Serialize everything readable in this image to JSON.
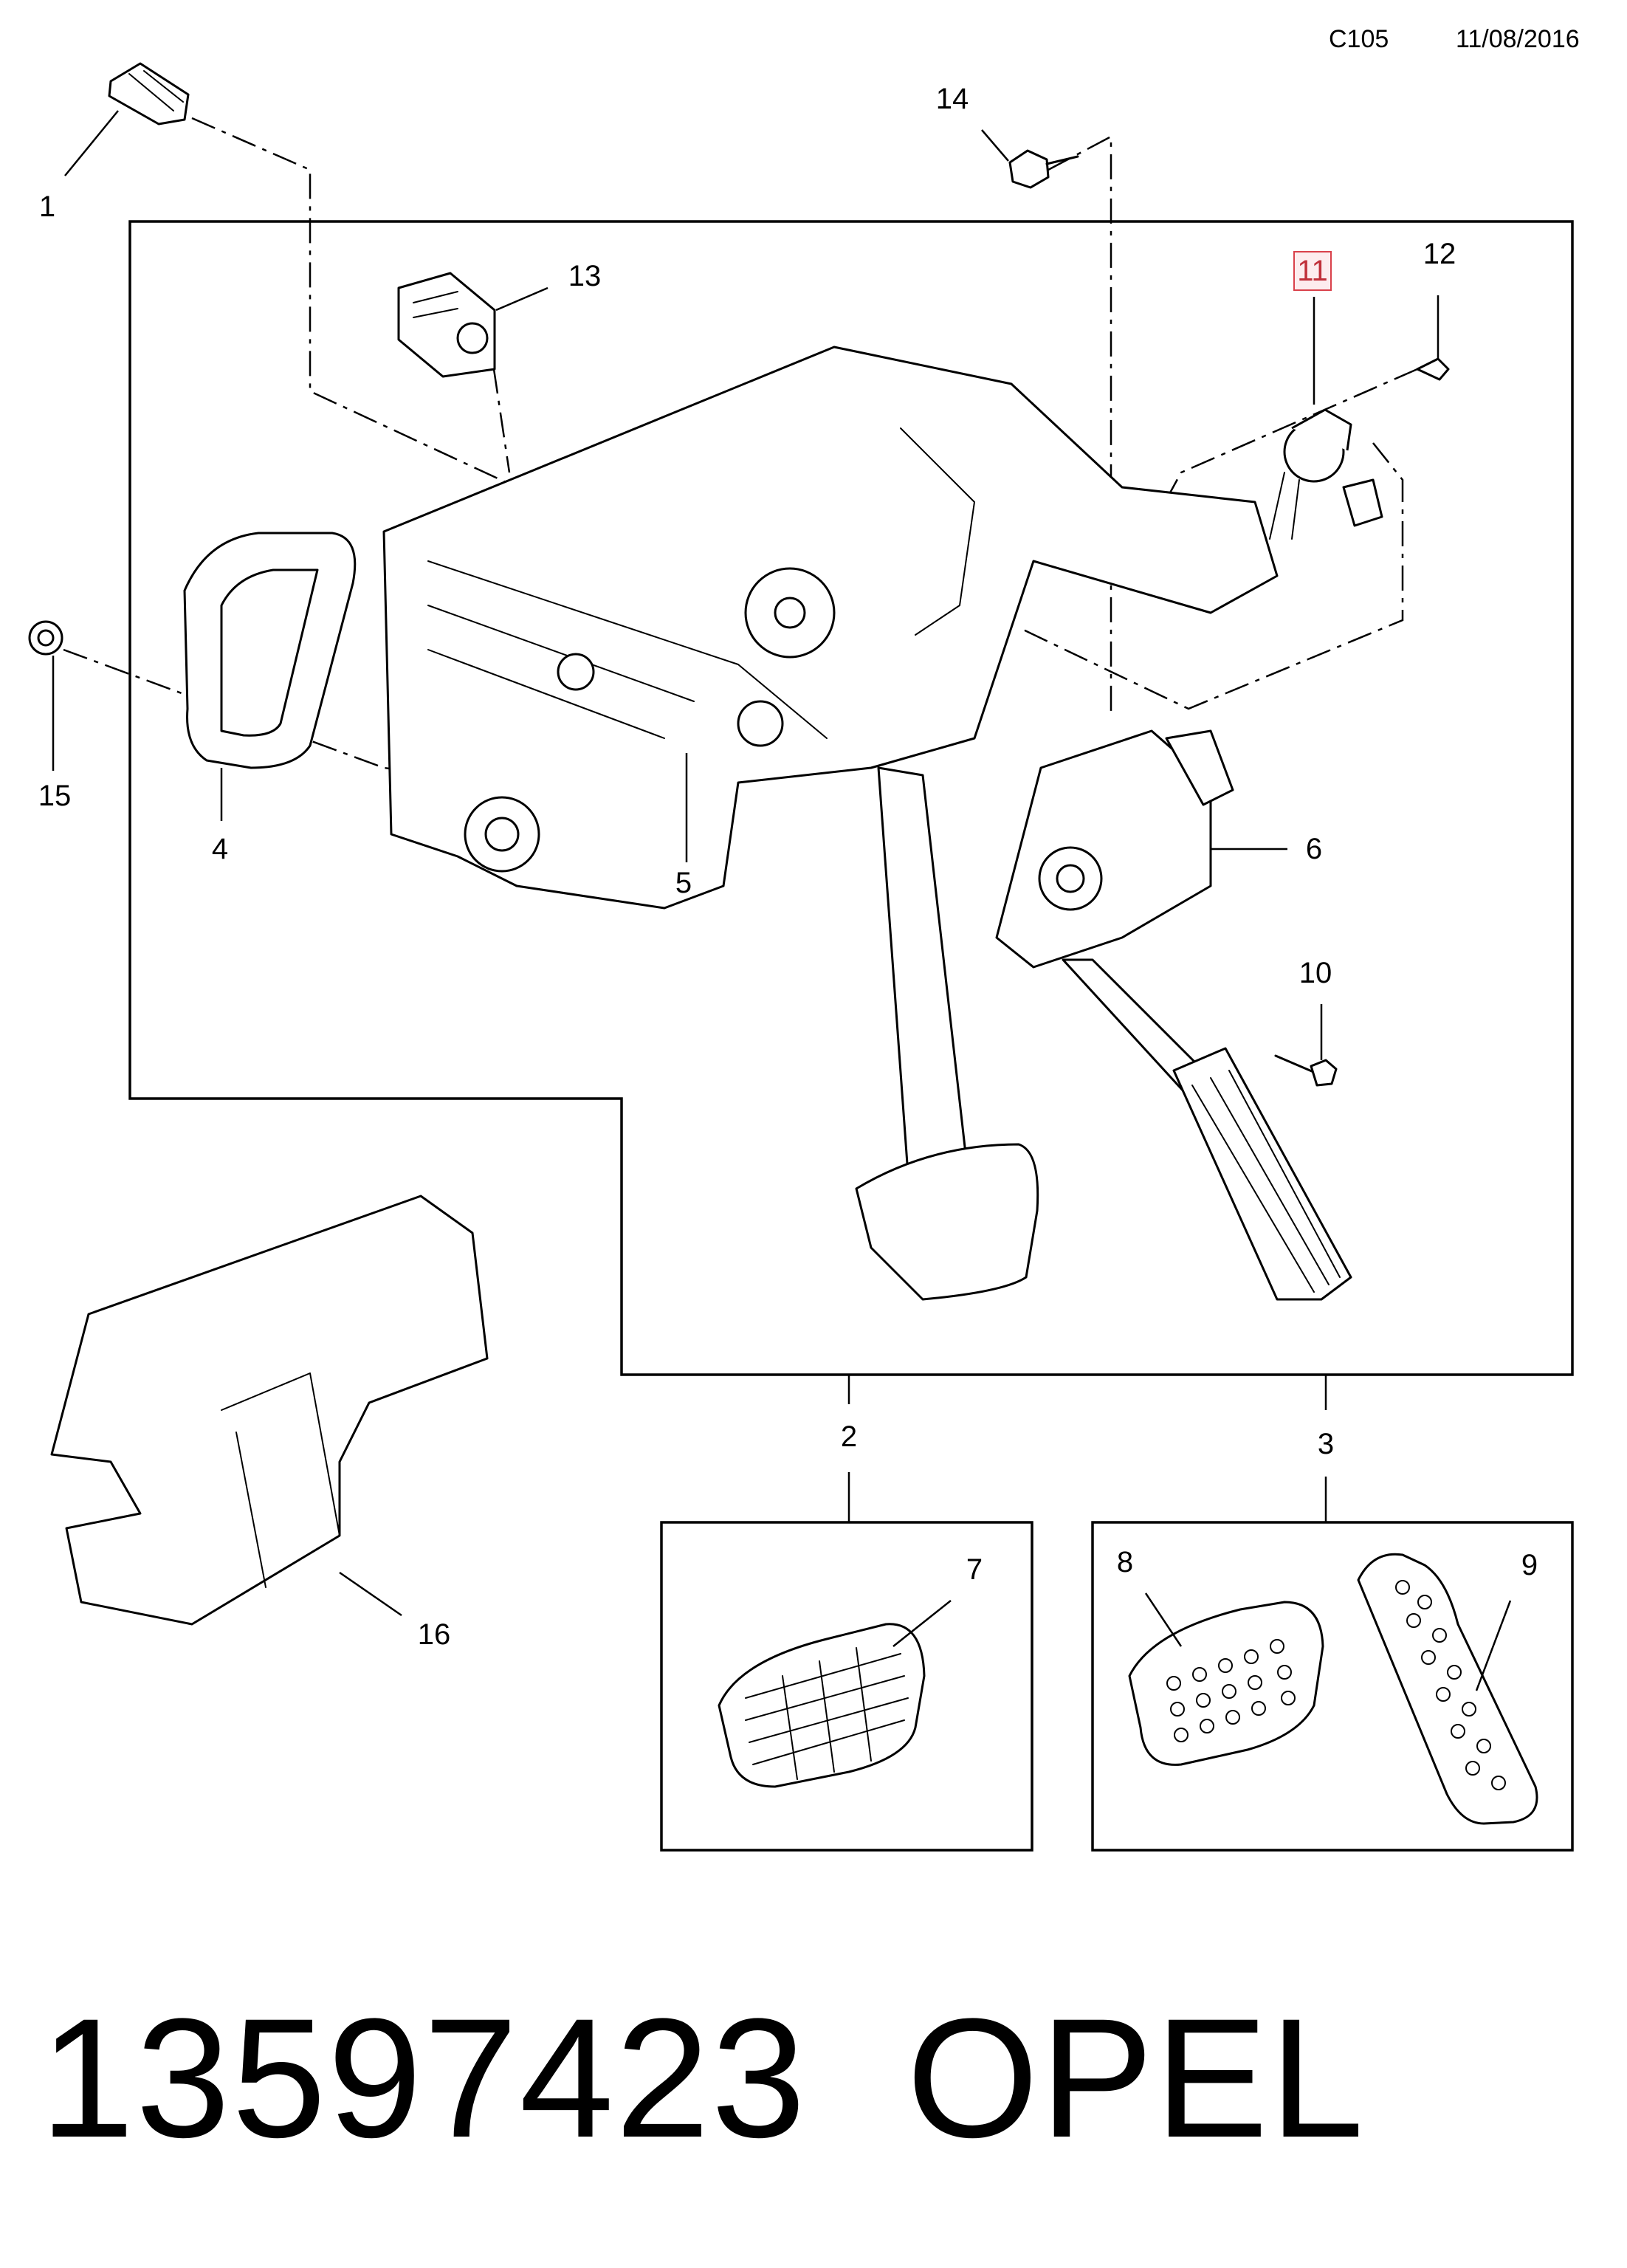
{
  "header": {
    "code": "C105",
    "date": "11/08/2016"
  },
  "callouts": [
    {
      "id": "1",
      "label": "1",
      "highlighted": false
    },
    {
      "id": "2",
      "label": "2",
      "highlighted": false
    },
    {
      "id": "3",
      "label": "3",
      "highlighted": false
    },
    {
      "id": "4",
      "label": "4",
      "highlighted": false
    },
    {
      "id": "5",
      "label": "5",
      "highlighted": false
    },
    {
      "id": "6",
      "label": "6",
      "highlighted": false
    },
    {
      "id": "7",
      "label": "7",
      "highlighted": false
    },
    {
      "id": "8",
      "label": "8",
      "highlighted": false
    },
    {
      "id": "9",
      "label": "9",
      "highlighted": false
    },
    {
      "id": "10",
      "label": "10",
      "highlighted": false
    },
    {
      "id": "11",
      "label": "11",
      "highlighted": true
    },
    {
      "id": "12",
      "label": "12",
      "highlighted": false
    },
    {
      "id": "13",
      "label": "13",
      "highlighted": false
    },
    {
      "id": "14",
      "label": "14",
      "highlighted": false
    },
    {
      "id": "15",
      "label": "15",
      "highlighted": false
    },
    {
      "id": "16",
      "label": "16",
      "highlighted": false
    }
  ],
  "highlight_color": "#d9414b",
  "footer": {
    "part_number": "13597423",
    "brand": "OPEL"
  }
}
